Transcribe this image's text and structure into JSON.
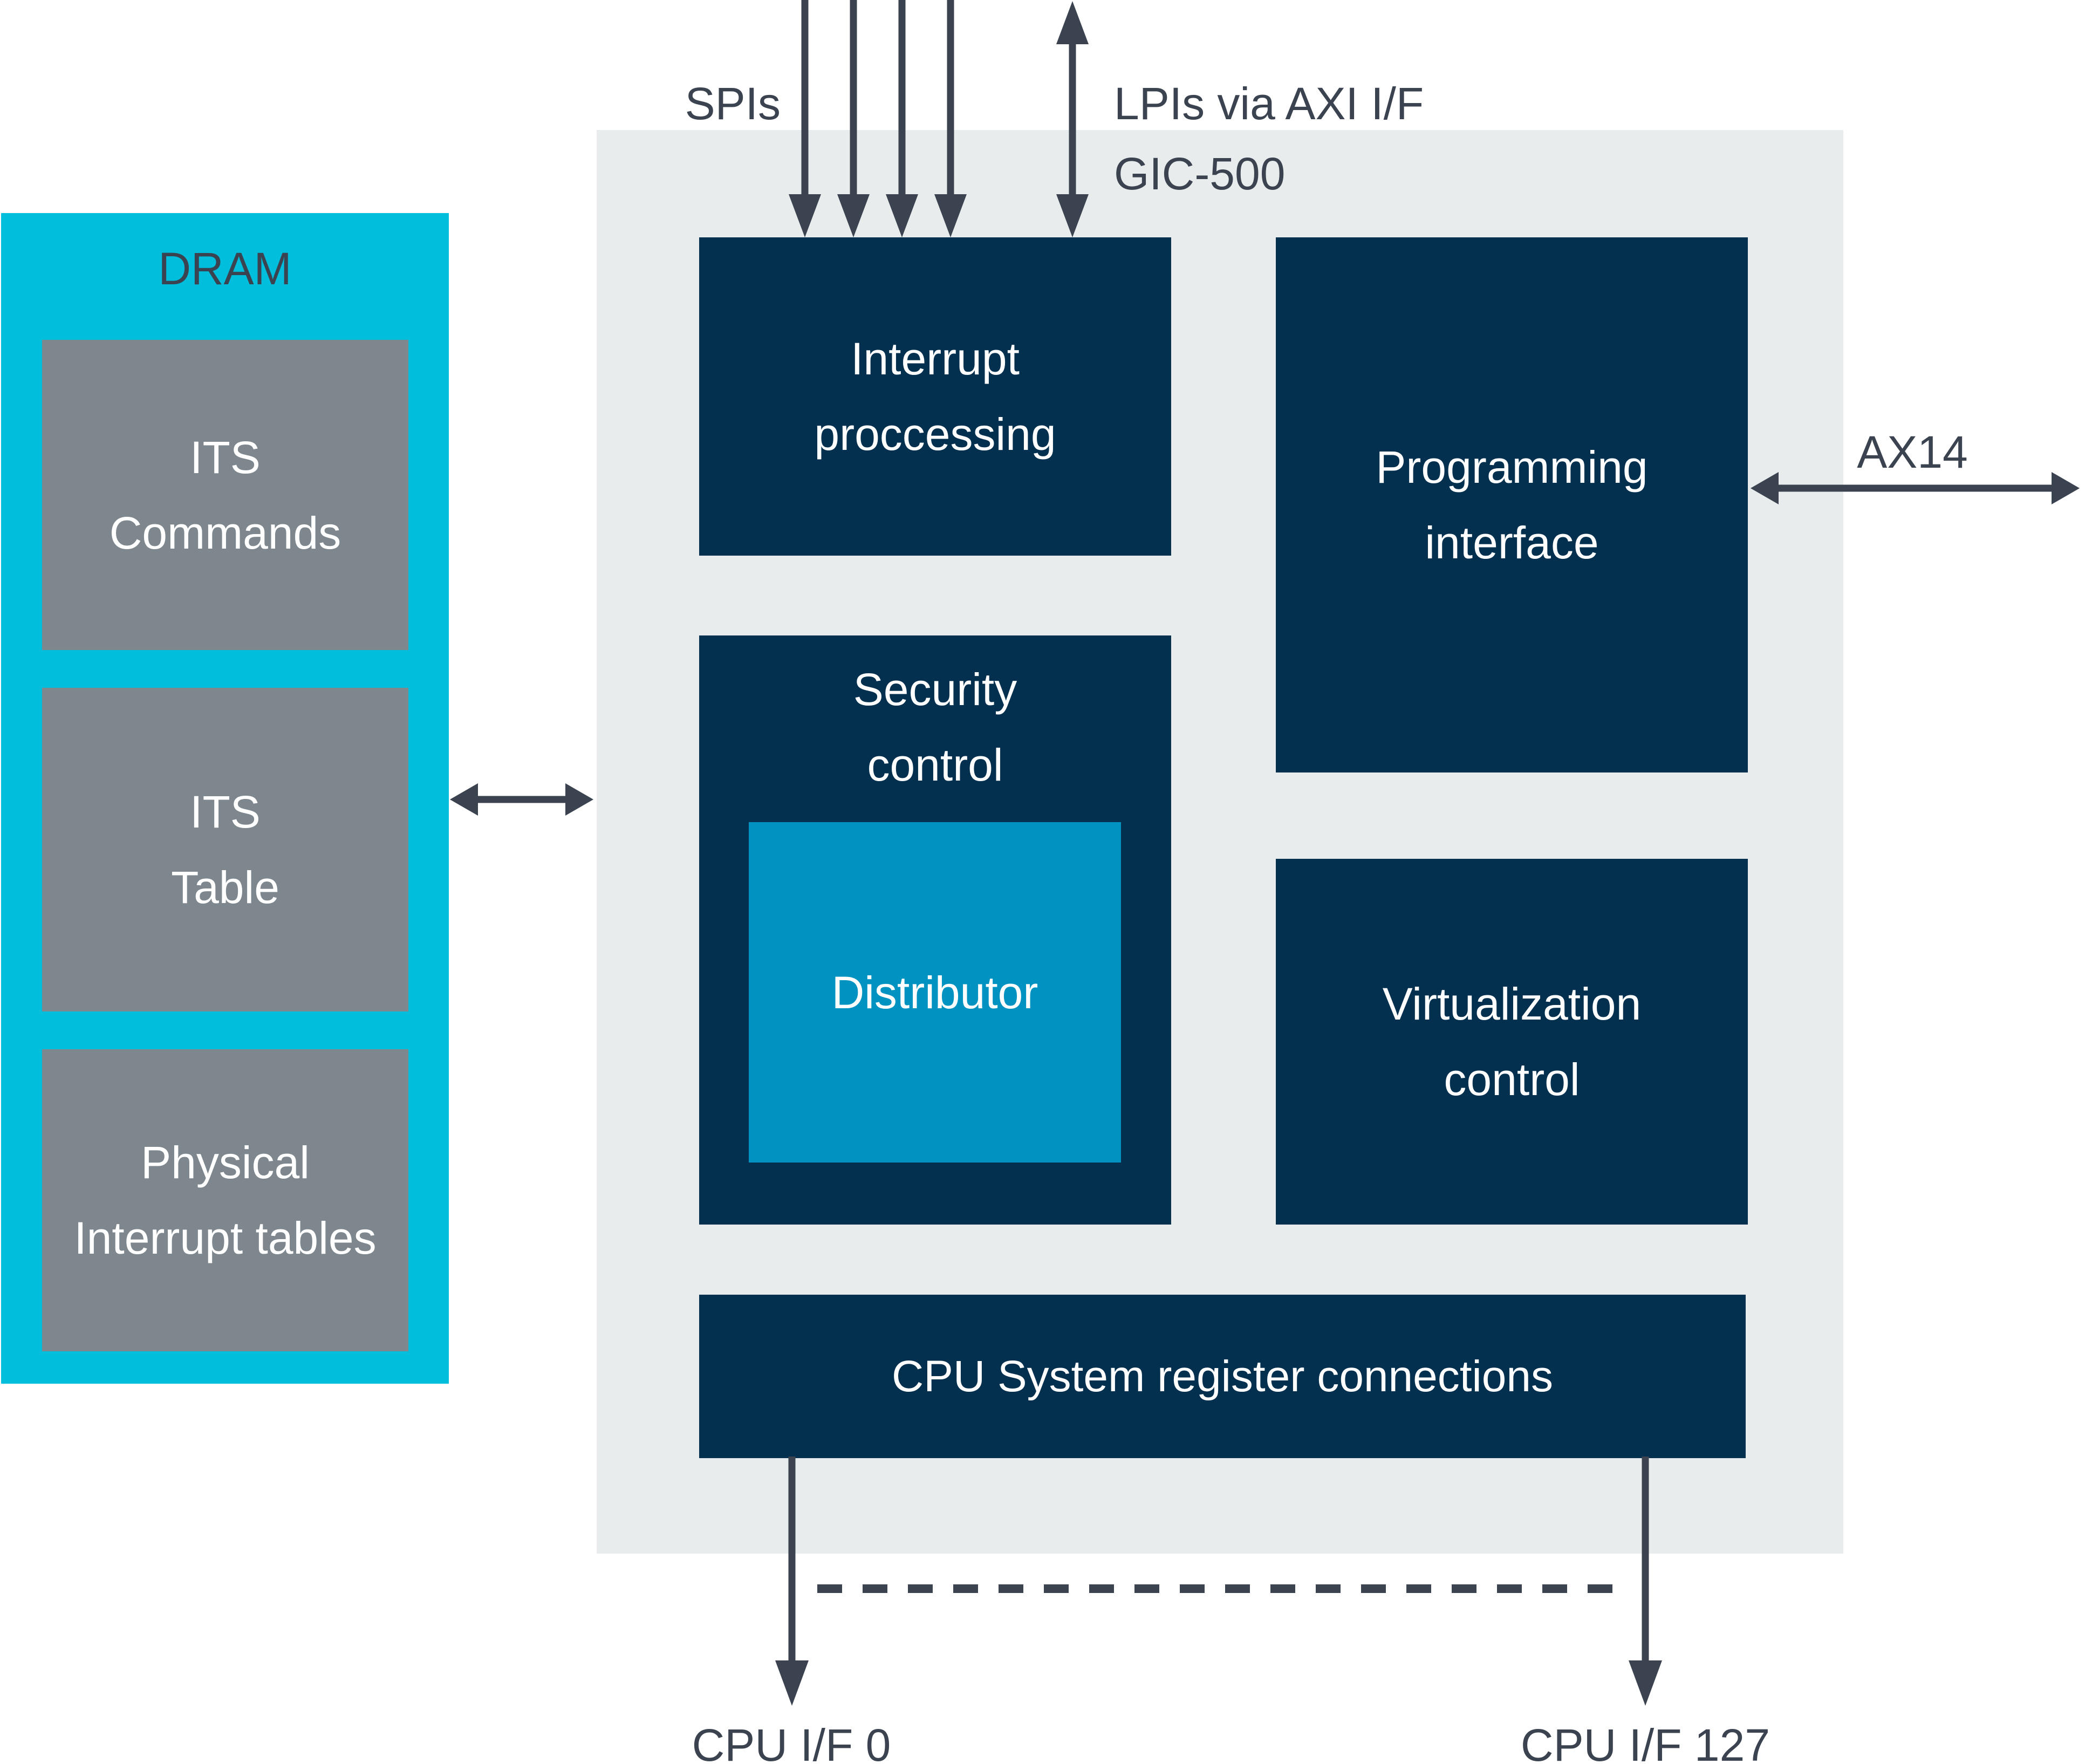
{
  "colors": {
    "canvas_bg": "#FFFFFF",
    "gic_bg": "#E8ECED",
    "dram_bg": "#00BEDC",
    "dram_block_bg": "#7E878E",
    "navy_block_bg": "#04304F",
    "distributor_bg": "#0092C1",
    "arrow": "#3A434F",
    "outside_text": "#3A434F",
    "block_text": "#FFFFFF"
  },
  "gic": {
    "title": "GIC-500",
    "blocks": {
      "interrupt_processing": "Interrupt\nproccessing",
      "programming_interface": "Programming\ninterface",
      "security_control": "Security\ncontrol",
      "distributor": "Distributor",
      "virtualization_control": "Virtualization\ncontrol",
      "cpu_connections": "CPU System register connections"
    }
  },
  "dram": {
    "title": "DRAM",
    "blocks": {
      "its_commands": "ITS\nCommands",
      "its_table": "ITS\nTable",
      "physical_interrupt_tables": "Physical\nInterrupt tables"
    }
  },
  "annotations": {
    "spis": "SPIs",
    "lpis_via_axi": "LPIs via AXI I/F",
    "axi_bus": "AX14",
    "cpu_if_0": "CPU I/F 0",
    "cpu_if_127": "CPU I/F 127"
  }
}
